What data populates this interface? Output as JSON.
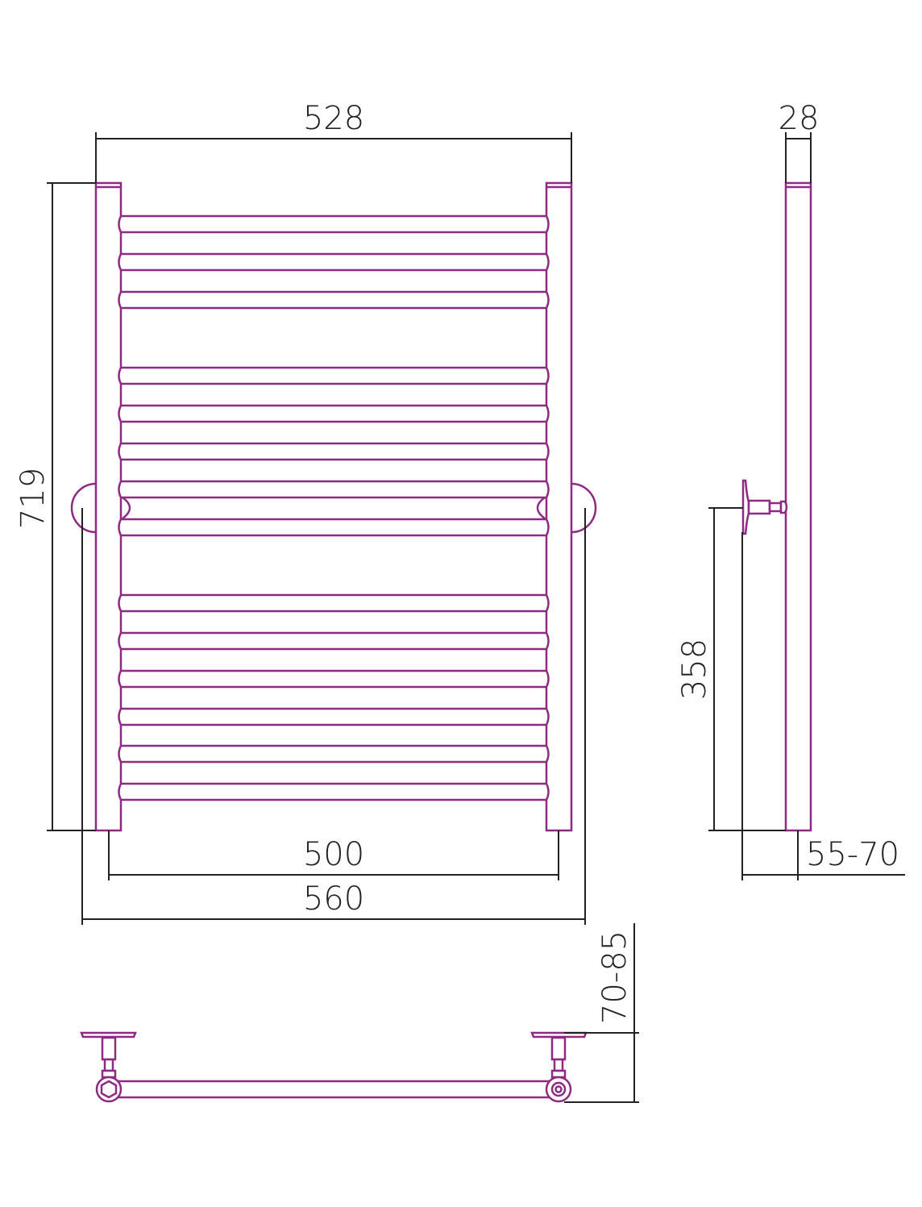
{
  "drawing": {
    "line_color": "#8e2a82",
    "dimension_color": "#222222",
    "dimensions": {
      "overall_width": "528",
      "depth": "28",
      "overall_height": "719",
      "connection_height": "358",
      "center_distance": "500",
      "width_with_valves": "560",
      "wall_distance_side": "55-70",
      "wall_distance_bottom": "70-85"
    },
    "crossbar_count": 14
  }
}
